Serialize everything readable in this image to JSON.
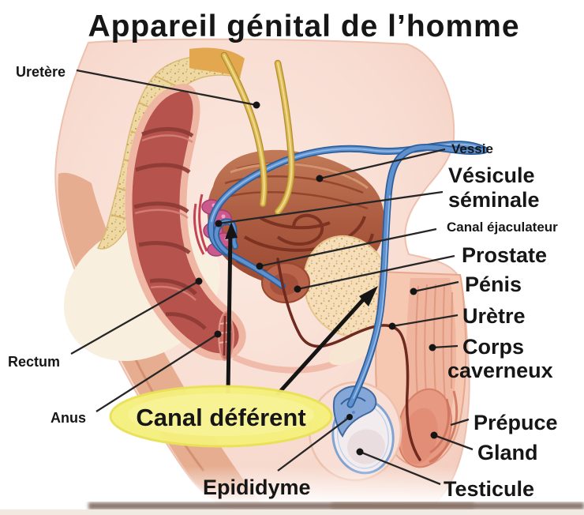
{
  "title": "Appareil génital de l’homme",
  "labels": {
    "uretere": "Uretère",
    "vessie": "Vessie",
    "vesicule_seminale": {
      "line1": "Vésicule",
      "line2": "séminale"
    },
    "canal_ejaculateur": "Canal éjaculateur",
    "prostate": "Prostate",
    "penis": "Pénis",
    "uretre": "Urètre",
    "corps_caverneux": {
      "line1": "Corps",
      "line2": "caverneux"
    },
    "prepuce": "Prépuce",
    "gland": "Gland",
    "testicule": "Testicule",
    "epididyme": "Epididyme",
    "rectum": "Rectum",
    "anus": "Anus"
  },
  "highlight": {
    "label": "Canal déférent",
    "background": "#f5f07e",
    "text_color": "#161616"
  },
  "colors": {
    "label_text": "#161616",
    "leader_line": "#262626",
    "body_pink": "#f8dcd2",
    "buttock_tan": "#e4a687",
    "bone_tan": "#eed8a4",
    "bone_speckle": "#bf9848",
    "rectum_red": "#b5534c",
    "bladder_brown": "#a8573f",
    "seminal_vesicle_magenta": "#ca5a8e",
    "ureter_yellow": "#dcb851",
    "vas_deferens_blue": "#5d90cd",
    "urethra_dark": "#6e2a1e",
    "testicle_rim_blue": "#7fa3d2",
    "glans_pink": "#e89982"
  }
}
